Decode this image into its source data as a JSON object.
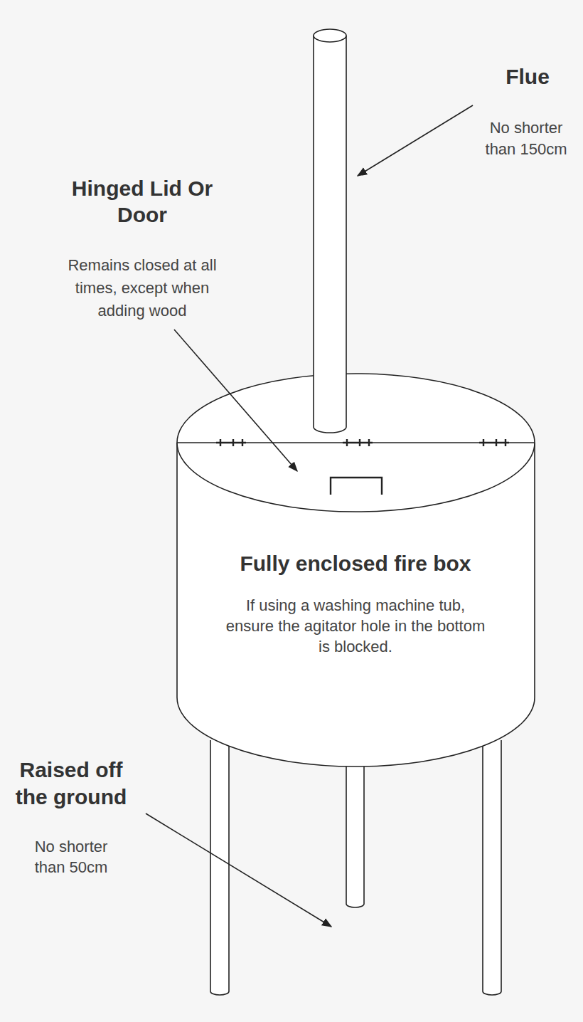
{
  "diagram": {
    "nodes": [
      {
        "text": [
          "Fully enclosed fire box",
          "If using a washing machine tub, ensure the agitator hole in the bottom is blocked."
        ]
      }
    ],
    "labels": [
      "Flue",
      "No shorter than 150cm",
      "Hinged Lid Or Door",
      "Remains closed at all times, except when adding wood",
      "Raised off the ground",
      "No shorter than 50cm"
    ]
  }
}
